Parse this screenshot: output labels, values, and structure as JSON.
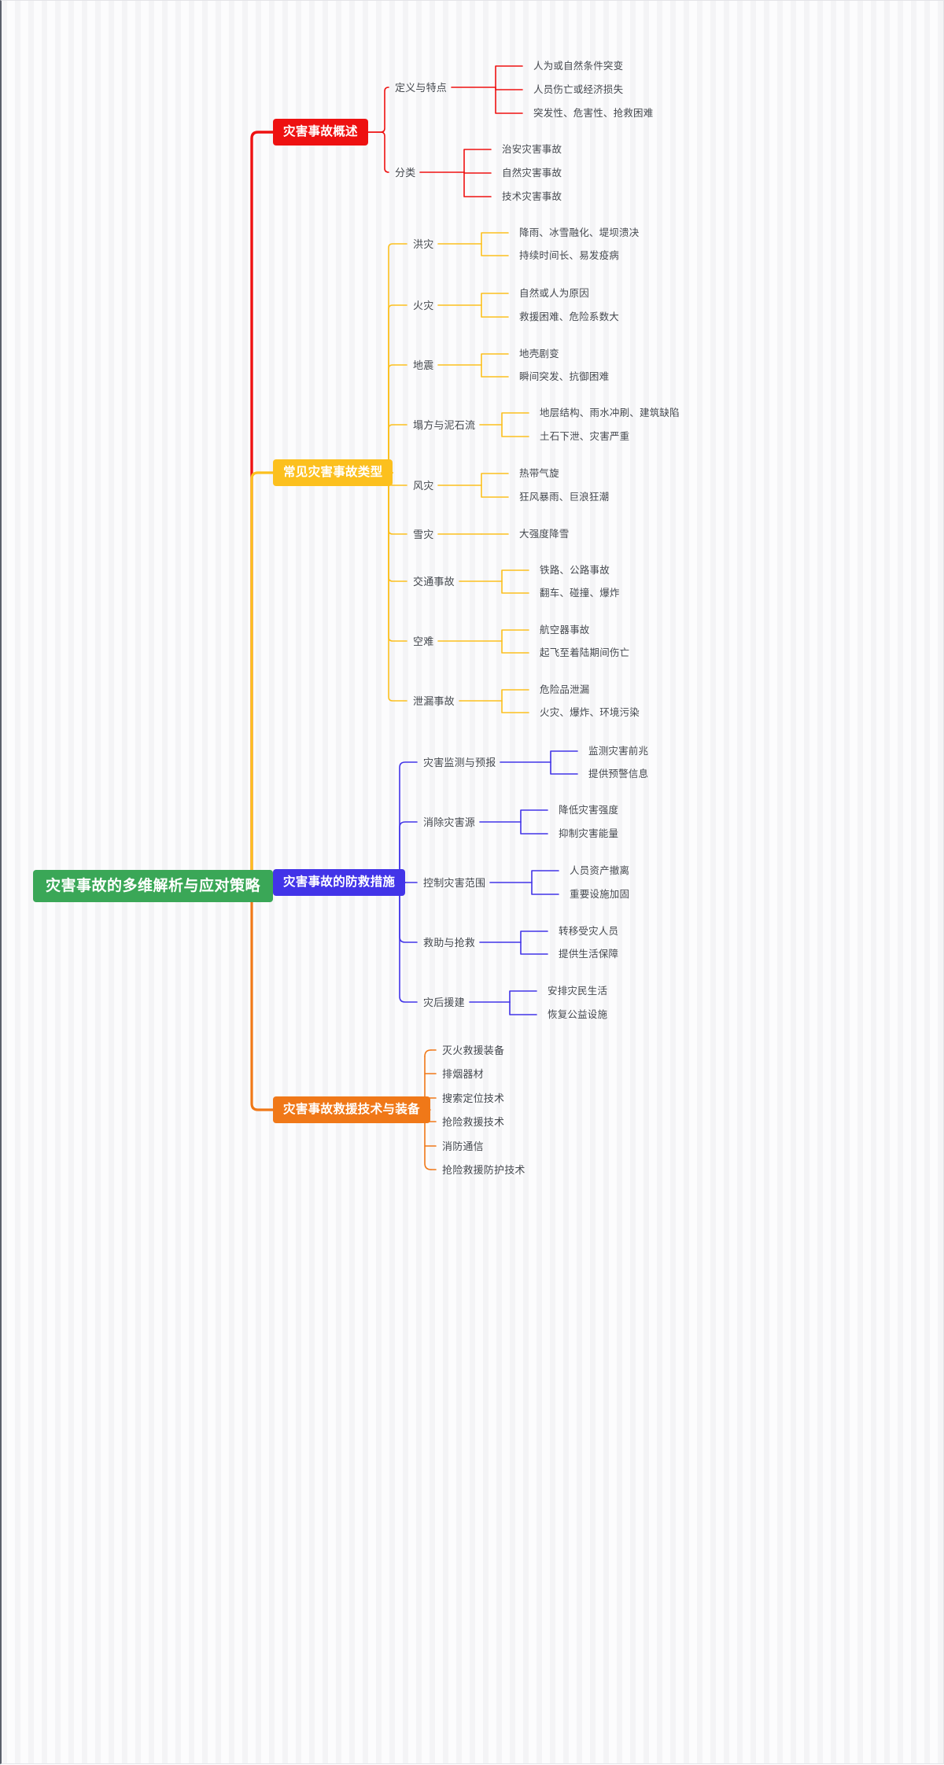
{
  "meta": {
    "title": "灾害事故的多维解析与应对策略",
    "type": "mindmap"
  },
  "colors": {
    "root": "#3aa757",
    "branch_red": "#ee1111",
    "branch_yellow": "#fcc01e",
    "branch_blue": "#4234e8",
    "branch_orange": "#f07818",
    "text": "#45494f",
    "background": "#fbfbfc"
  },
  "root": {
    "label": "灾害事故的多维解析与应对策略"
  },
  "branches": [
    {
      "label": "灾害事故概述",
      "color": "#ee1111",
      "children": [
        {
          "label": "定义与特点",
          "leaves": [
            "人为或自然条件突变",
            "人员伤亡或经济损失",
            "突发性、危害性、抢救困难"
          ]
        },
        {
          "label": "分类",
          "leaves": [
            "治安灾害事故",
            "自然灾害事故",
            "技术灾害事故"
          ]
        }
      ]
    },
    {
      "label": "常见灾害事故类型",
      "color": "#fcc01e",
      "children": [
        {
          "label": "洪灾",
          "leaves": [
            "降雨、冰雪融化、堤坝溃决",
            "持续时间长、易发疫病"
          ]
        },
        {
          "label": "火灾",
          "leaves": [
            "自然或人为原因",
            "救援困难、危险系数大"
          ]
        },
        {
          "label": "地震",
          "leaves": [
            "地壳剧变",
            "瞬间突发、抗御困难"
          ]
        },
        {
          "label": "塌方与泥石流",
          "leaves": [
            "地层结构、雨水冲刷、建筑缺陷",
            "土石下泄、灾害严重"
          ]
        },
        {
          "label": "风灾",
          "leaves": [
            "热带气旋",
            "狂风暴雨、巨浪狂潮"
          ]
        },
        {
          "label": "雪灾",
          "leaves": [
            "大强度降雪"
          ]
        },
        {
          "label": "交通事故",
          "leaves": [
            "铁路、公路事故",
            "翻车、碰撞、爆炸"
          ]
        },
        {
          "label": "空难",
          "leaves": [
            "航空器事故",
            "起飞至着陆期间伤亡"
          ]
        },
        {
          "label": "泄漏事故",
          "leaves": [
            "危险品泄漏",
            "火灾、爆炸、环境污染"
          ]
        }
      ]
    },
    {
      "label": "灾害事故的防救措施",
      "color": "#4234e8",
      "children": [
        {
          "label": "灾害监测与预报",
          "leaves": [
            "监测灾害前兆",
            "提供预警信息"
          ]
        },
        {
          "label": "消除灾害源",
          "leaves": [
            "降低灾害强度",
            "抑制灾害能量"
          ]
        },
        {
          "label": "控制灾害范围",
          "leaves": [
            "人员资产撤离",
            "重要设施加固"
          ]
        },
        {
          "label": "救助与抢救",
          "leaves": [
            "转移受灾人员",
            "提供生活保障"
          ]
        },
        {
          "label": "灾后援建",
          "leaves": [
            "安排灾民生活",
            "恢复公益设施"
          ]
        }
      ]
    },
    {
      "label": "灾害事故救援技术与装备",
      "color": "#f07818",
      "children": [
        {
          "label": "灭火救援装备",
          "leaves": []
        },
        {
          "label": "排烟器材",
          "leaves": []
        },
        {
          "label": "搜索定位技术",
          "leaves": []
        },
        {
          "label": "抢险救援技术",
          "leaves": []
        },
        {
          "label": "消防通信",
          "leaves": []
        },
        {
          "label": "抢险救援防护技术",
          "leaves": []
        }
      ]
    }
  ]
}
